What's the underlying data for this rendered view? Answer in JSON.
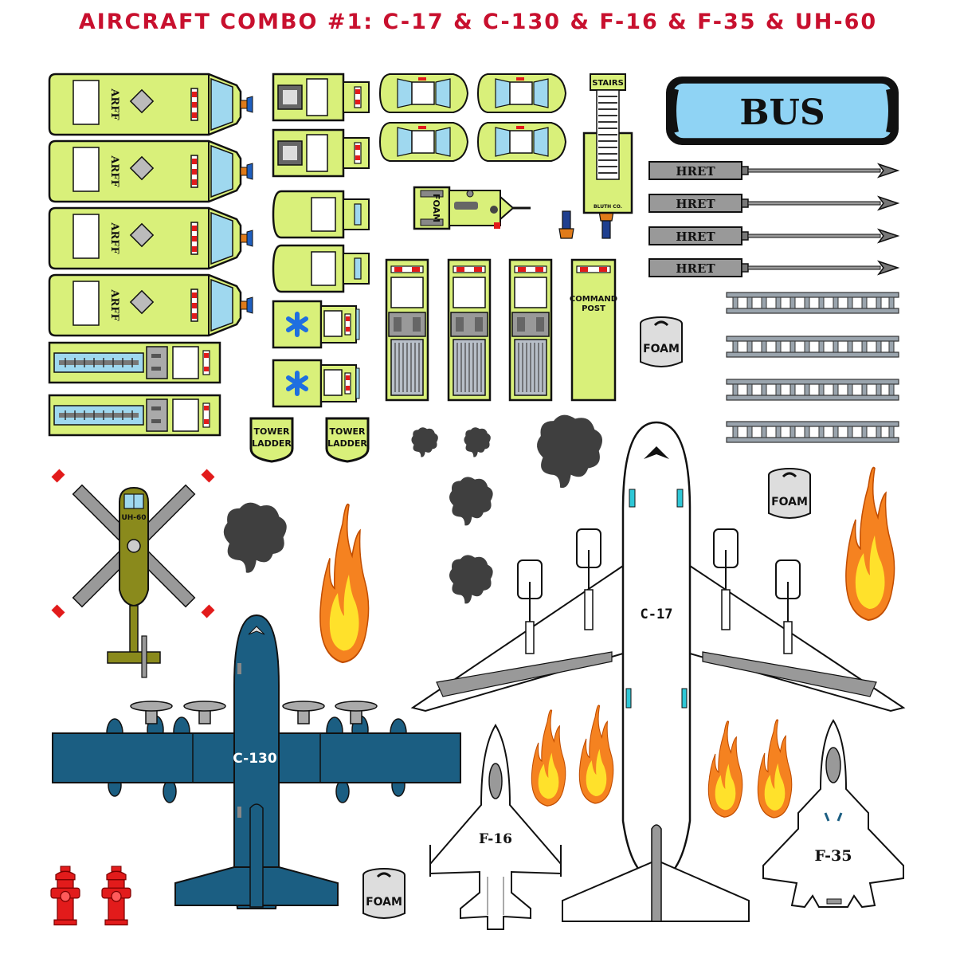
{
  "title": "AIRCRAFT COMBO #1:  C-17 & C-130 & F-16 & F-35 & UH-60",
  "labels": {
    "arff": "ARFF",
    "bus": "BUS",
    "stairs": "STAIRS",
    "stairs_brand": "BLUTH CO.",
    "foam": "FOAM",
    "hret": "HRET",
    "command": "COMMAND",
    "post": "POST",
    "tower": "TOWER",
    "ladder": "LADDER",
    "c17": "C-17",
    "c130": "C-130",
    "f16": "F-16",
    "f35": "F-35",
    "uh60": "UH-60"
  },
  "colors": {
    "title": "#c8102e",
    "vehicle_green": "#d9f07a",
    "bus_blue": "#8fd3f4",
    "c130_blue": "#1b5e82",
    "helicopter_olive": "#8a8a1c",
    "smoke": "#3f3f3f",
    "fire_outer": "#f58220",
    "fire_inner": "#ffe12b",
    "hydrant_red": "#e21b1b",
    "star_of_life": "#1f6fe0"
  }
}
